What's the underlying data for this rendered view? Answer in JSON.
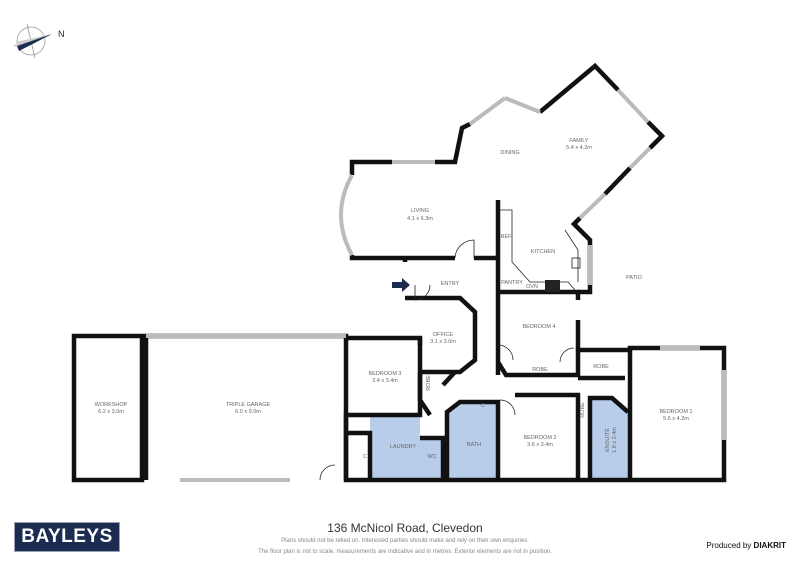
{
  "compass": {
    "label": "N",
    "icon": "compass-icon"
  },
  "rooms": {
    "workshop": {
      "name": "WORKSHOP",
      "size": "6.2 x 3.0m"
    },
    "garage": {
      "name": "TRIPLE GARAGE",
      "size": "6.0 x 9.0m"
    },
    "living": {
      "name": "LIVING",
      "size": "4.1 x 6.3m"
    },
    "dining": {
      "name": "DINING"
    },
    "family": {
      "name": "FAMILY",
      "size": "5.4 x 4.2m"
    },
    "kitchen": {
      "name": "KITCHEN"
    },
    "ref": {
      "name": "REF"
    },
    "pantry": {
      "name": "PANTRY"
    },
    "ovn": {
      "name": "OVN"
    },
    "patio": {
      "name": "PATIO"
    },
    "entry": {
      "name": "ENTRY"
    },
    "office": {
      "name": "OFFICE",
      "size": "3.1 x 3.0m"
    },
    "bedroom4": {
      "name": "BEDROOM 4"
    },
    "robe1": {
      "name": "ROBE"
    },
    "robe2": {
      "name": "ROBE"
    },
    "robe3": {
      "name": "ROBE"
    },
    "robe4": {
      "name": "ROBE"
    },
    "bedroom3": {
      "name": "BEDROOM 3",
      "size": "3.4 x 3.4m"
    },
    "laundry": {
      "name": "LAUNDRY"
    },
    "wc": {
      "name": "WC"
    },
    "c1": {
      "name": "C"
    },
    "c2": {
      "name": "C"
    },
    "bath": {
      "name": "BATH"
    },
    "bedroom2": {
      "name": "BEDROOM 2",
      "size": "3.6 x 3.4m"
    },
    "ensuite": {
      "name": "ENSUITE",
      "size": "1.8 x 2.4m"
    },
    "bedroom1": {
      "name": "BEDROOM 1",
      "size": "5.6 x 4.2m"
    }
  },
  "colors": {
    "walls": "#111111",
    "wet_areas": "#b8cdea",
    "entry_arrow": "#1c2b50",
    "brand": "#1c2b50"
  },
  "footer": {
    "brand": "BAYLEYS",
    "address": "136 McNicol Road, Clevedon",
    "disclaimer1": "Plans should not be relied on. Interested parties should make and rely on their own enquiries.",
    "disclaimer2": "The floor plan is not to scale, measurements are indicative and in metres. Exterior elements are not in position.",
    "produced_by": "Produced by",
    "producer": "DIAKRIT"
  }
}
